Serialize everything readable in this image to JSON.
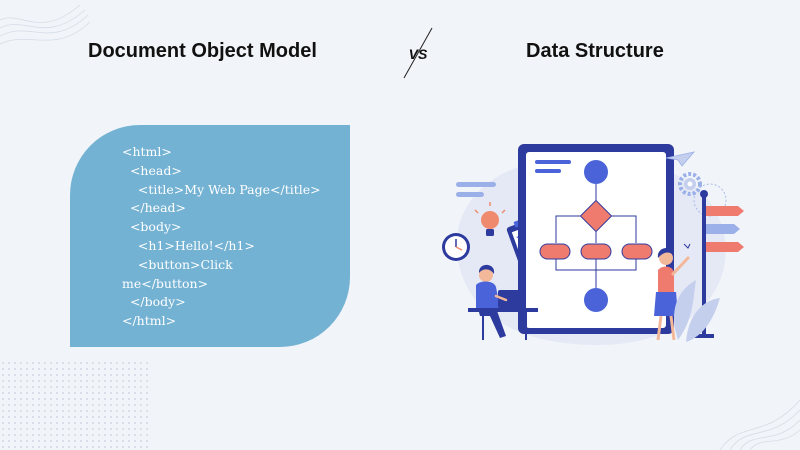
{
  "titles": {
    "left": "Document Object Model",
    "vs": "VS",
    "right": "Data Structure"
  },
  "code": {
    "lines": [
      "<html>",
      "  <head>",
      "    <title>My Web Page</title>",
      "  </head>",
      "  <body>",
      "    <h1>Hello!</h1>",
      "    <button>Click",
      "me</button>",
      "  </body>",
      "</html>"
    ]
  },
  "colors": {
    "card": "#74b2d3",
    "primary": "#2d3a9e",
    "node_blue": "#4a63d8",
    "node_red": "#ef7b6f",
    "background": "#f1f4f8"
  }
}
